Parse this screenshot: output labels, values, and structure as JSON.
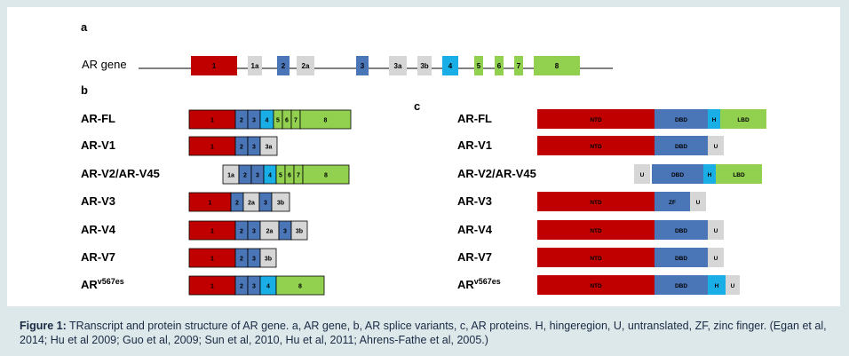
{
  "colors": {
    "exon1": "#c00000",
    "exon_blue": "#4a76b8",
    "exon_gray": "#d6d6d6",
    "exon_cyan": "#1aaee6",
    "exon_green": "#92d050",
    "background": "#dde8ea",
    "text": "#000000",
    "caption_text": "#1a2a44"
  },
  "panels": {
    "a": "a",
    "b": "b",
    "c": "c"
  },
  "gene": {
    "label": "AR gene",
    "exons": [
      {
        "label": "1",
        "color": "exon1"
      },
      {
        "label": "1a",
        "color": "exon_gray"
      },
      {
        "label": "2",
        "color": "exon_blue"
      },
      {
        "label": "2a",
        "color": "exon_gray"
      },
      {
        "label": "3",
        "color": "exon_blue"
      },
      {
        "label": "3a",
        "color": "exon_gray"
      },
      {
        "label": "3b",
        "color": "exon_gray"
      },
      {
        "label": "4",
        "color": "exon_cyan"
      },
      {
        "label": "5",
        "color": "exon_green"
      },
      {
        "label": "6",
        "color": "exon_green"
      },
      {
        "label": "7",
        "color": "exon_green"
      },
      {
        "label": "8",
        "color": "exon_green"
      }
    ]
  },
  "variants": [
    {
      "name": "AR-FL",
      "segments": [
        {
          "label": "1",
          "color": "exon1"
        },
        {
          "label": "2",
          "color": "exon_blue"
        },
        {
          "label": "3",
          "color": "exon_blue"
        },
        {
          "label": "4",
          "color": "exon_cyan"
        },
        {
          "label": "5",
          "color": "exon_green"
        },
        {
          "label": "6",
          "color": "exon_green"
        },
        {
          "label": "7",
          "color": "exon_green"
        },
        {
          "label": "8",
          "color": "exon_green"
        }
      ]
    },
    {
      "name": "AR-V1",
      "segments": [
        {
          "label": "1",
          "color": "exon1"
        },
        {
          "label": "2",
          "color": "exon_blue"
        },
        {
          "label": "3",
          "color": "exon_blue"
        },
        {
          "label": "3a",
          "color": "exon_gray"
        }
      ]
    },
    {
      "name": "AR-V2/AR-V45",
      "segments": [
        {
          "label": "1a",
          "color": "exon_gray"
        },
        {
          "label": "2",
          "color": "exon_blue"
        },
        {
          "label": "3",
          "color": "exon_blue"
        },
        {
          "label": "4",
          "color": "exon_cyan"
        },
        {
          "label": "5",
          "color": "exon_green"
        },
        {
          "label": "6",
          "color": "exon_green"
        },
        {
          "label": "7",
          "color": "exon_green"
        },
        {
          "label": "8",
          "color": "exon_green"
        }
      ]
    },
    {
      "name": "AR-V3",
      "segments": [
        {
          "label": "1",
          "color": "exon1"
        },
        {
          "label": "2",
          "color": "exon_blue"
        },
        {
          "label": "2a",
          "color": "exon_gray"
        },
        {
          "label": "3",
          "color": "exon_blue"
        },
        {
          "label": "3b",
          "color": "exon_gray"
        }
      ]
    },
    {
      "name": "AR-V4",
      "segments": [
        {
          "label": "1",
          "color": "exon1"
        },
        {
          "label": "2",
          "color": "exon_blue"
        },
        {
          "label": "3",
          "color": "exon_blue"
        },
        {
          "label": "2a",
          "color": "exon_gray"
        },
        {
          "label": "3",
          "color": "exon_blue"
        },
        {
          "label": "3b",
          "color": "exon_gray"
        }
      ]
    },
    {
      "name": "AR-V7",
      "segments": [
        {
          "label": "1",
          "color": "exon1"
        },
        {
          "label": "2",
          "color": "exon_blue"
        },
        {
          "label": "3",
          "color": "exon_blue"
        },
        {
          "label": "3b",
          "color": "exon_gray"
        }
      ]
    },
    {
      "name_base": "AR",
      "name_sup": "v567es",
      "segments": [
        {
          "label": "1",
          "color": "exon1"
        },
        {
          "label": "2",
          "color": "exon_blue"
        },
        {
          "label": "3",
          "color": "exon_blue"
        },
        {
          "label": "4",
          "color": "exon_cyan"
        },
        {
          "label": "8",
          "color": "exon_green"
        }
      ]
    }
  ],
  "proteins": [
    {
      "name": "AR-FL",
      "segments": [
        {
          "label": "NTD",
          "color": "exon1"
        },
        {
          "label": "DBD",
          "color": "exon_blue"
        },
        {
          "label": "H",
          "color": "exon_cyan"
        },
        {
          "label": "LBD",
          "color": "exon_green"
        }
      ]
    },
    {
      "name": "AR-V1",
      "segments": [
        {
          "label": "NTD",
          "color": "exon1"
        },
        {
          "label": "DBD",
          "color": "exon_blue"
        },
        {
          "label": "U",
          "color": "exon_gray"
        }
      ]
    },
    {
      "name": "AR-V2/AR-V45",
      "segments": [
        {
          "label": "U",
          "color": "exon_gray"
        },
        {
          "label": "DBD",
          "color": "exon_blue"
        },
        {
          "label": "H",
          "color": "exon_cyan"
        },
        {
          "label": "LBD",
          "color": "exon_green"
        }
      ]
    },
    {
      "name": "AR-V3",
      "segments": [
        {
          "label": "NTD",
          "color": "exon1"
        },
        {
          "label": "ZF",
          "color": "exon_blue"
        },
        {
          "label": "U",
          "color": "exon_gray"
        }
      ]
    },
    {
      "name": "AR-V4",
      "segments": [
        {
          "label": "NTD",
          "color": "exon1"
        },
        {
          "label": "DBD",
          "color": "exon_blue"
        },
        {
          "label": "U",
          "color": "exon_gray"
        }
      ]
    },
    {
      "name": "AR-V7",
      "segments": [
        {
          "label": "NTD",
          "color": "exon1"
        },
        {
          "label": "DBD",
          "color": "exon_blue"
        },
        {
          "label": "U",
          "color": "exon_gray"
        }
      ]
    },
    {
      "name_base": "AR",
      "name_sup": "v567es",
      "segments": [
        {
          "label": "NTD",
          "color": "exon1"
        },
        {
          "label": "DBD",
          "color": "exon_blue"
        },
        {
          "label": "H",
          "color": "exon_cyan"
        },
        {
          "label": "U",
          "color": "exon_gray"
        }
      ]
    }
  ],
  "caption": {
    "prefix": "Figure 1:",
    "text": " TRanscript and protein structure of AR gene. a, AR gene, b, AR splice variants, c, AR proteins. H, hingeregion, U, untranslated, ZF, zinc finger. (Egan et al, 2014; Hu et al 2009; Guo et al, 2009; Sun et al, 2010, Hu et al, 2011; Ahrens-Fathe et al, 2005.)"
  }
}
